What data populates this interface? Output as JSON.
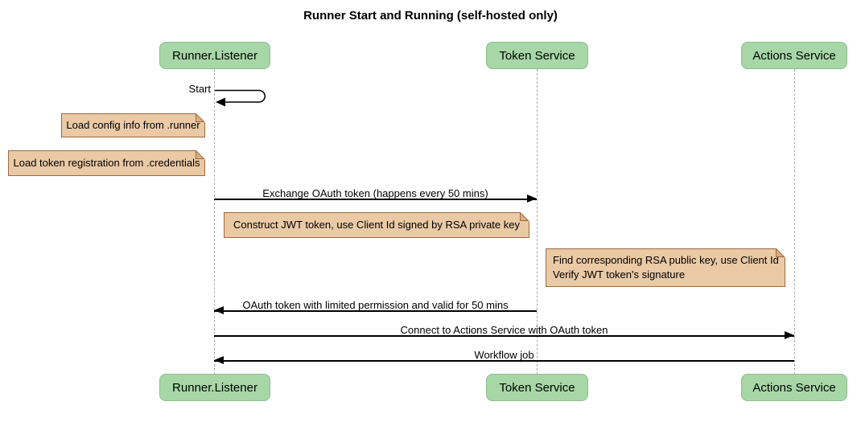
{
  "title": "Runner Start and Running (self-hosted only)",
  "diagram": {
    "type": "sequence",
    "participants": [
      {
        "name": "Runner.Listener"
      },
      {
        "name": "Token Service"
      },
      {
        "name": "Actions Service"
      }
    ],
    "messages": [
      {
        "label": "Start",
        "from": "Runner.Listener",
        "to": "Runner.Listener",
        "kind": "self",
        "arrow": "solid-filled"
      },
      {
        "label": "Exchange OAuth token (happens every 50 mins)",
        "from": "Runner.Listener",
        "to": "Token Service",
        "kind": "solid",
        "direction": "right"
      },
      {
        "label": "OAuth token with limited permission and valid for 50 mins",
        "from": "Token Service",
        "to": "Runner.Listener",
        "kind": "solid",
        "direction": "left"
      },
      {
        "label": "Connect to Actions Service with OAuth token",
        "from": "Runner.Listener",
        "to": "Actions Service",
        "kind": "solid",
        "direction": "right"
      },
      {
        "label": "Workflow job",
        "from": "Actions Service",
        "to": "Runner.Listener",
        "kind": "solid",
        "direction": "left"
      }
    ],
    "notes": [
      {
        "lines": [
          "Load config info from .runner"
        ],
        "position": "left of Runner.Listener"
      },
      {
        "lines": [
          "Load token registration from .credentials"
        ],
        "position": "left of Runner.Listener"
      },
      {
        "lines": [
          "Construct JWT token, use Client Id signed by RSA private key"
        ],
        "position": "right of Runner.Listener"
      },
      {
        "lines": [
          "Find corresponding RSA public key, use Client Id",
          "Verify JWT token's signature"
        ],
        "position": "right of Token Service"
      }
    ],
    "colors": {
      "participant_fill": "#a7d7a7",
      "participant_border": "#8fbd8f",
      "note_fill": "#eac9a5",
      "note_border": "#9c6a41",
      "note_fold": "#dcae80",
      "lifeline": "#a9a9a9",
      "message_line": "#000000",
      "background": "#ffffff"
    }
  }
}
